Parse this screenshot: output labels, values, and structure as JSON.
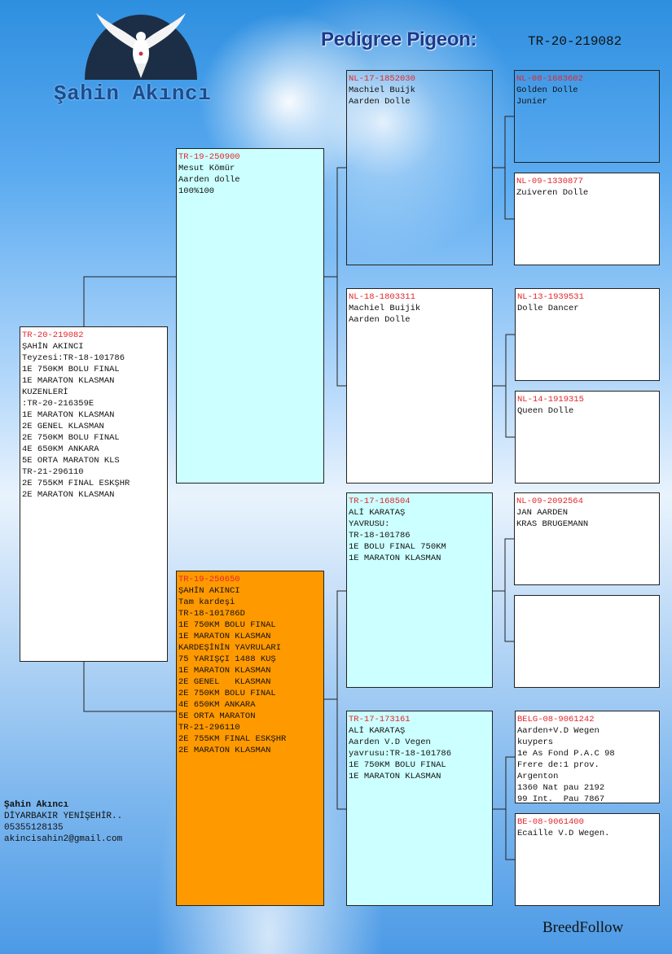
{
  "header": {
    "title": "Pedigree Pigeon:",
    "ring": "TR-20-219082",
    "owner": "Şahin Akıncı"
  },
  "contact": {
    "name": "Şahin Akıncı",
    "address": "DİYARBAKIR YENİŞEHİR..",
    "phone": "05355128135",
    "email": "akincisahin2@gmail.com"
  },
  "brand": "BreedFollow",
  "colors": {
    "ring": "#e3262b",
    "cyan": "#ccffff",
    "orange": "#ff9900",
    "title": "#1b3a8e"
  },
  "boxes": {
    "subject": {
      "ring": "TR-20-219082",
      "lines": [
        "ŞAHİN AKINCI",
        "Teyzesi:TR-18-101786",
        "1E 750KM BOLU FINAL",
        "1E MARATON KLASMAN",
        "KUZENLERİ",
        ":TR-20-216359E",
        "1E MARATON KLASMAN",
        "2E GENEL KLASMAN",
        "2E 750KM BOLU FINAL",
        "4E 650KM ANKARA",
        "5E ORTA MARATON KLS",
        "TR-21-296110",
        "2E 755KM FINAL ESKŞHR",
        "2E MARATON KLASMAN"
      ]
    },
    "sire": {
      "ring": "TR-19-250900",
      "lines": [
        "Mesut Kömür",
        "Aarden dolle",
        "100%100"
      ]
    },
    "dam": {
      "ring": "TR-19-250650",
      "lines": [
        "ŞAHİN AKINCI",
        "Tam kardeşi",
        "TR-18-101786D",
        "1E 750KM BOLU FINAL",
        "1E MARATON KLASMAN",
        "KARDEŞİNİN YAVRULARI",
        "75 YARIŞÇI 1488 KUŞ",
        "1E MARATON KLASMAN",
        "2E GENEL   KLASMAN",
        "2E 750KM BOLU FINAL",
        "4E 650KM ANKARA",
        "5E ORTA MARATON",
        "TR-21-296110",
        "2E 755KM FINAL ESKŞHR",
        "2E MARATON KLASMAN"
      ]
    },
    "ss": {
      "ring": "NL-17-1852030",
      "lines": [
        "Machiel Buijk",
        "Aarden Dolle"
      ]
    },
    "sd": {
      "ring": "NL-18-1803311",
      "lines": [
        "Machiel Buijik",
        "Aarden Dolle"
      ]
    },
    "ds": {
      "ring": "TR-17-168504",
      "lines": [
        "ALİ KARATAŞ",
        "YAVRUSU:",
        "TR-18-101786",
        "1E BOLU FINAL 750KM",
        "1E MARATON KLASMAN"
      ]
    },
    "dd": {
      "ring": "TR-17-173161",
      "lines": [
        "ALİ KARATAŞ",
        "Aarden V.D Vegen",
        "yavrusu:TR-18-101786",
        "1E 750KM BOLU FINAL",
        "1E MARATON KLASMAN"
      ]
    },
    "sss": {
      "ring": "NL-08-1683602",
      "lines": [
        "Golden Dolle",
        "Junier"
      ]
    },
    "ssd": {
      "ring": "NL-09-1330877",
      "lines": [
        "Zuiveren Dolle"
      ]
    },
    "sds": {
      "ring": "NL-13-1939531",
      "lines": [
        "Dolle Dancer"
      ]
    },
    "sdd": {
      "ring": "NL-14-1919315",
      "lines": [
        "Queen Dolle"
      ]
    },
    "dss": {
      "ring": "NL-09-2092564",
      "lines": [
        "JAN AARDEN",
        "KRAS BRUGEMANN"
      ]
    },
    "dsd": {
      "ring": "",
      "lines": []
    },
    "dds": {
      "ring": "BELG-08-9061242",
      "lines": [
        "Aarden+V.D Wegen",
        "kuypers",
        "1e As Fond P.A.C 98",
        "Frere de:1 prov.",
        "Argenton",
        "1360 Nat pau 2192",
        "99 Int.  Pau 7867"
      ]
    },
    "ddd": {
      "ring": "BE-08-9061400",
      "lines": [
        "Ecaille V.D Wegen."
      ]
    }
  }
}
